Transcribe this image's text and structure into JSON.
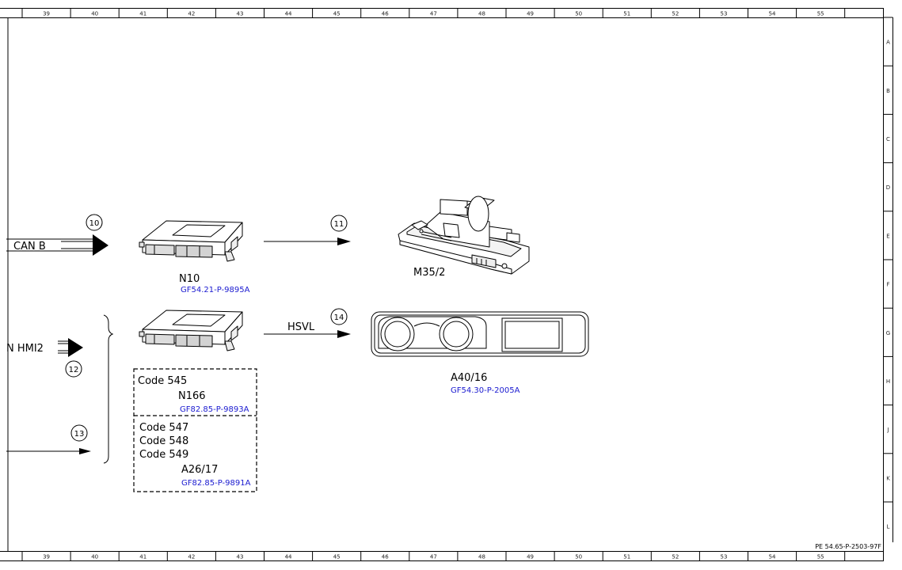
{
  "grid": {
    "columns": [
      "39",
      "40",
      "41",
      "42",
      "43",
      "44",
      "45",
      "46",
      "47",
      "48",
      "49",
      "50",
      "51",
      "52",
      "53",
      "54",
      "55"
    ],
    "rows": [
      "A",
      "B",
      "C",
      "D",
      "E",
      "F",
      "G",
      "H",
      "J",
      "K",
      "L"
    ]
  },
  "drawing_id": "PE 54.65-P-2503-97F",
  "signals": {
    "can_b": "CAN B",
    "can_hmi2": "N HMI2",
    "hsvl": "HSVL"
  },
  "callouts": {
    "c10": "10",
    "c11": "11",
    "c12": "12",
    "c13": "13",
    "c14": "14"
  },
  "components": {
    "n10": {
      "name": "N10",
      "ref": "GF54.21-P-9895A"
    },
    "m35_2": {
      "name": "M35/2"
    },
    "a40_16": {
      "name": "A40/16",
      "ref": "GF54.30-P-2005A"
    },
    "n166": {
      "code": "Code 545",
      "name": "N166",
      "ref": "GF82.85-P-9893A"
    },
    "a26_17": {
      "codes": [
        "Code 547",
        "Code 548",
        "Code 549"
      ],
      "name": "A26/17",
      "ref": "GF82.85-P-9891A"
    }
  }
}
